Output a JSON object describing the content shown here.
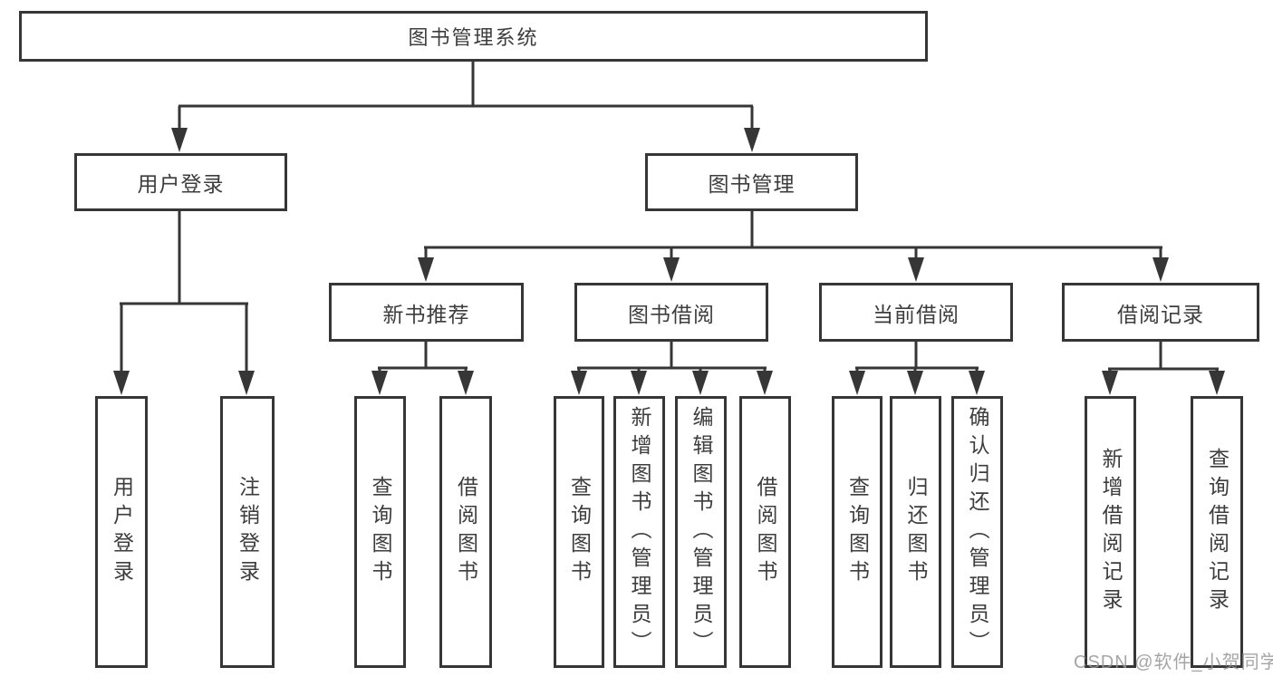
{
  "diagram": {
    "root": {
      "label": "图书管理系统",
      "children": [
        {
          "label": "用户登录",
          "children": [
            {
              "label": "用户登录"
            },
            {
              "label": "注销登录"
            }
          ]
        },
        {
          "label": "图书管理",
          "children": [
            {
              "label": "新书推荐",
              "children": [
                {
                  "label": "查询图书"
                },
                {
                  "label": "借阅图书"
                }
              ]
            },
            {
              "label": "图书借阅",
              "children": [
                {
                  "label": "查询图书"
                },
                {
                  "label": "新增图书（管理员）"
                },
                {
                  "label": "编辑图书（管理员）"
                },
                {
                  "label": "借阅图书"
                }
              ]
            },
            {
              "label": "当前借阅",
              "children": [
                {
                  "label": "查询图书"
                },
                {
                  "label": "归还图书"
                },
                {
                  "label": "确认归还（管理员）"
                }
              ]
            },
            {
              "label": "借阅记录",
              "children": [
                {
                  "label": "新增借阅记录"
                },
                {
                  "label": "查询借阅记录"
                }
              ]
            }
          ]
        }
      ]
    }
  },
  "watermark": {
    "text": "CSDN @软件_小贺同学"
  },
  "colors": {
    "line": "#363636",
    "text": "#3d3d3d",
    "watermark": "#969696",
    "background": "#ffffff"
  }
}
